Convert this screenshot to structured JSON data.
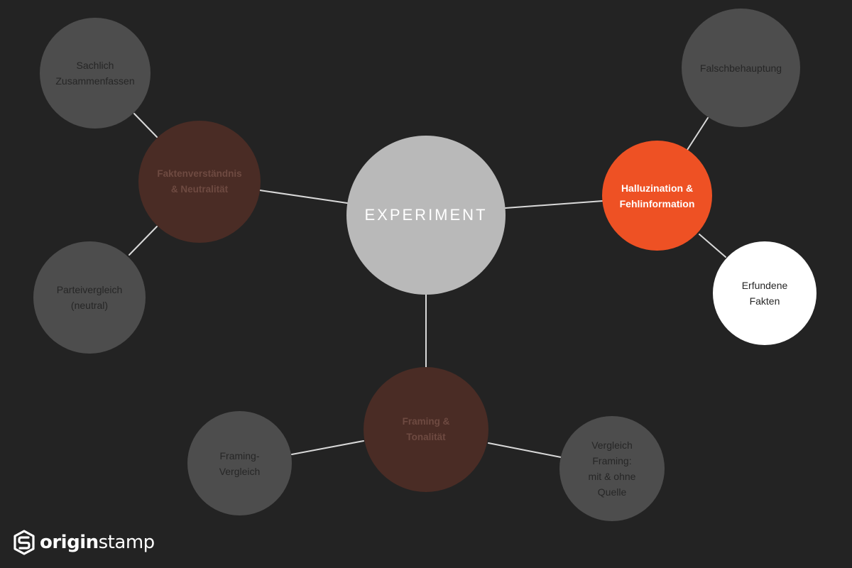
{
  "diagram": {
    "center": {
      "label": "EXPERIMENT"
    },
    "branches": [
      {
        "label": "Faktenverständnis\n& Neutralität",
        "leaves": [
          {
            "label": "Sachlich\nZusammenfassen"
          },
          {
            "label": "Parteivergleich\n(neutral)"
          }
        ]
      },
      {
        "label": "Halluzination &\nFehlinformation",
        "leaves": [
          {
            "label": "Falschbehauptung"
          },
          {
            "label": "Erfundene\nFakten"
          }
        ]
      },
      {
        "label": "Framing &\nTonalität",
        "leaves": [
          {
            "label": "Framing-\nVergleich"
          },
          {
            "label": "Vergleich\nFraming:\nmit & ohne\nQuelle"
          }
        ]
      }
    ]
  },
  "brand": {
    "logo_icon": "originstamp-logo-icon",
    "name_part1": "origin",
    "name_part2": "stamp"
  },
  "colors": {
    "background": "#232323",
    "center_node": "#b9b9b9",
    "branch_dark": "#4a2c25",
    "branch_accent": "#ee5124",
    "leaf_gray": "#4d4d4d",
    "leaf_highlight": "#ffffff",
    "connector": "#d9d9d9"
  }
}
